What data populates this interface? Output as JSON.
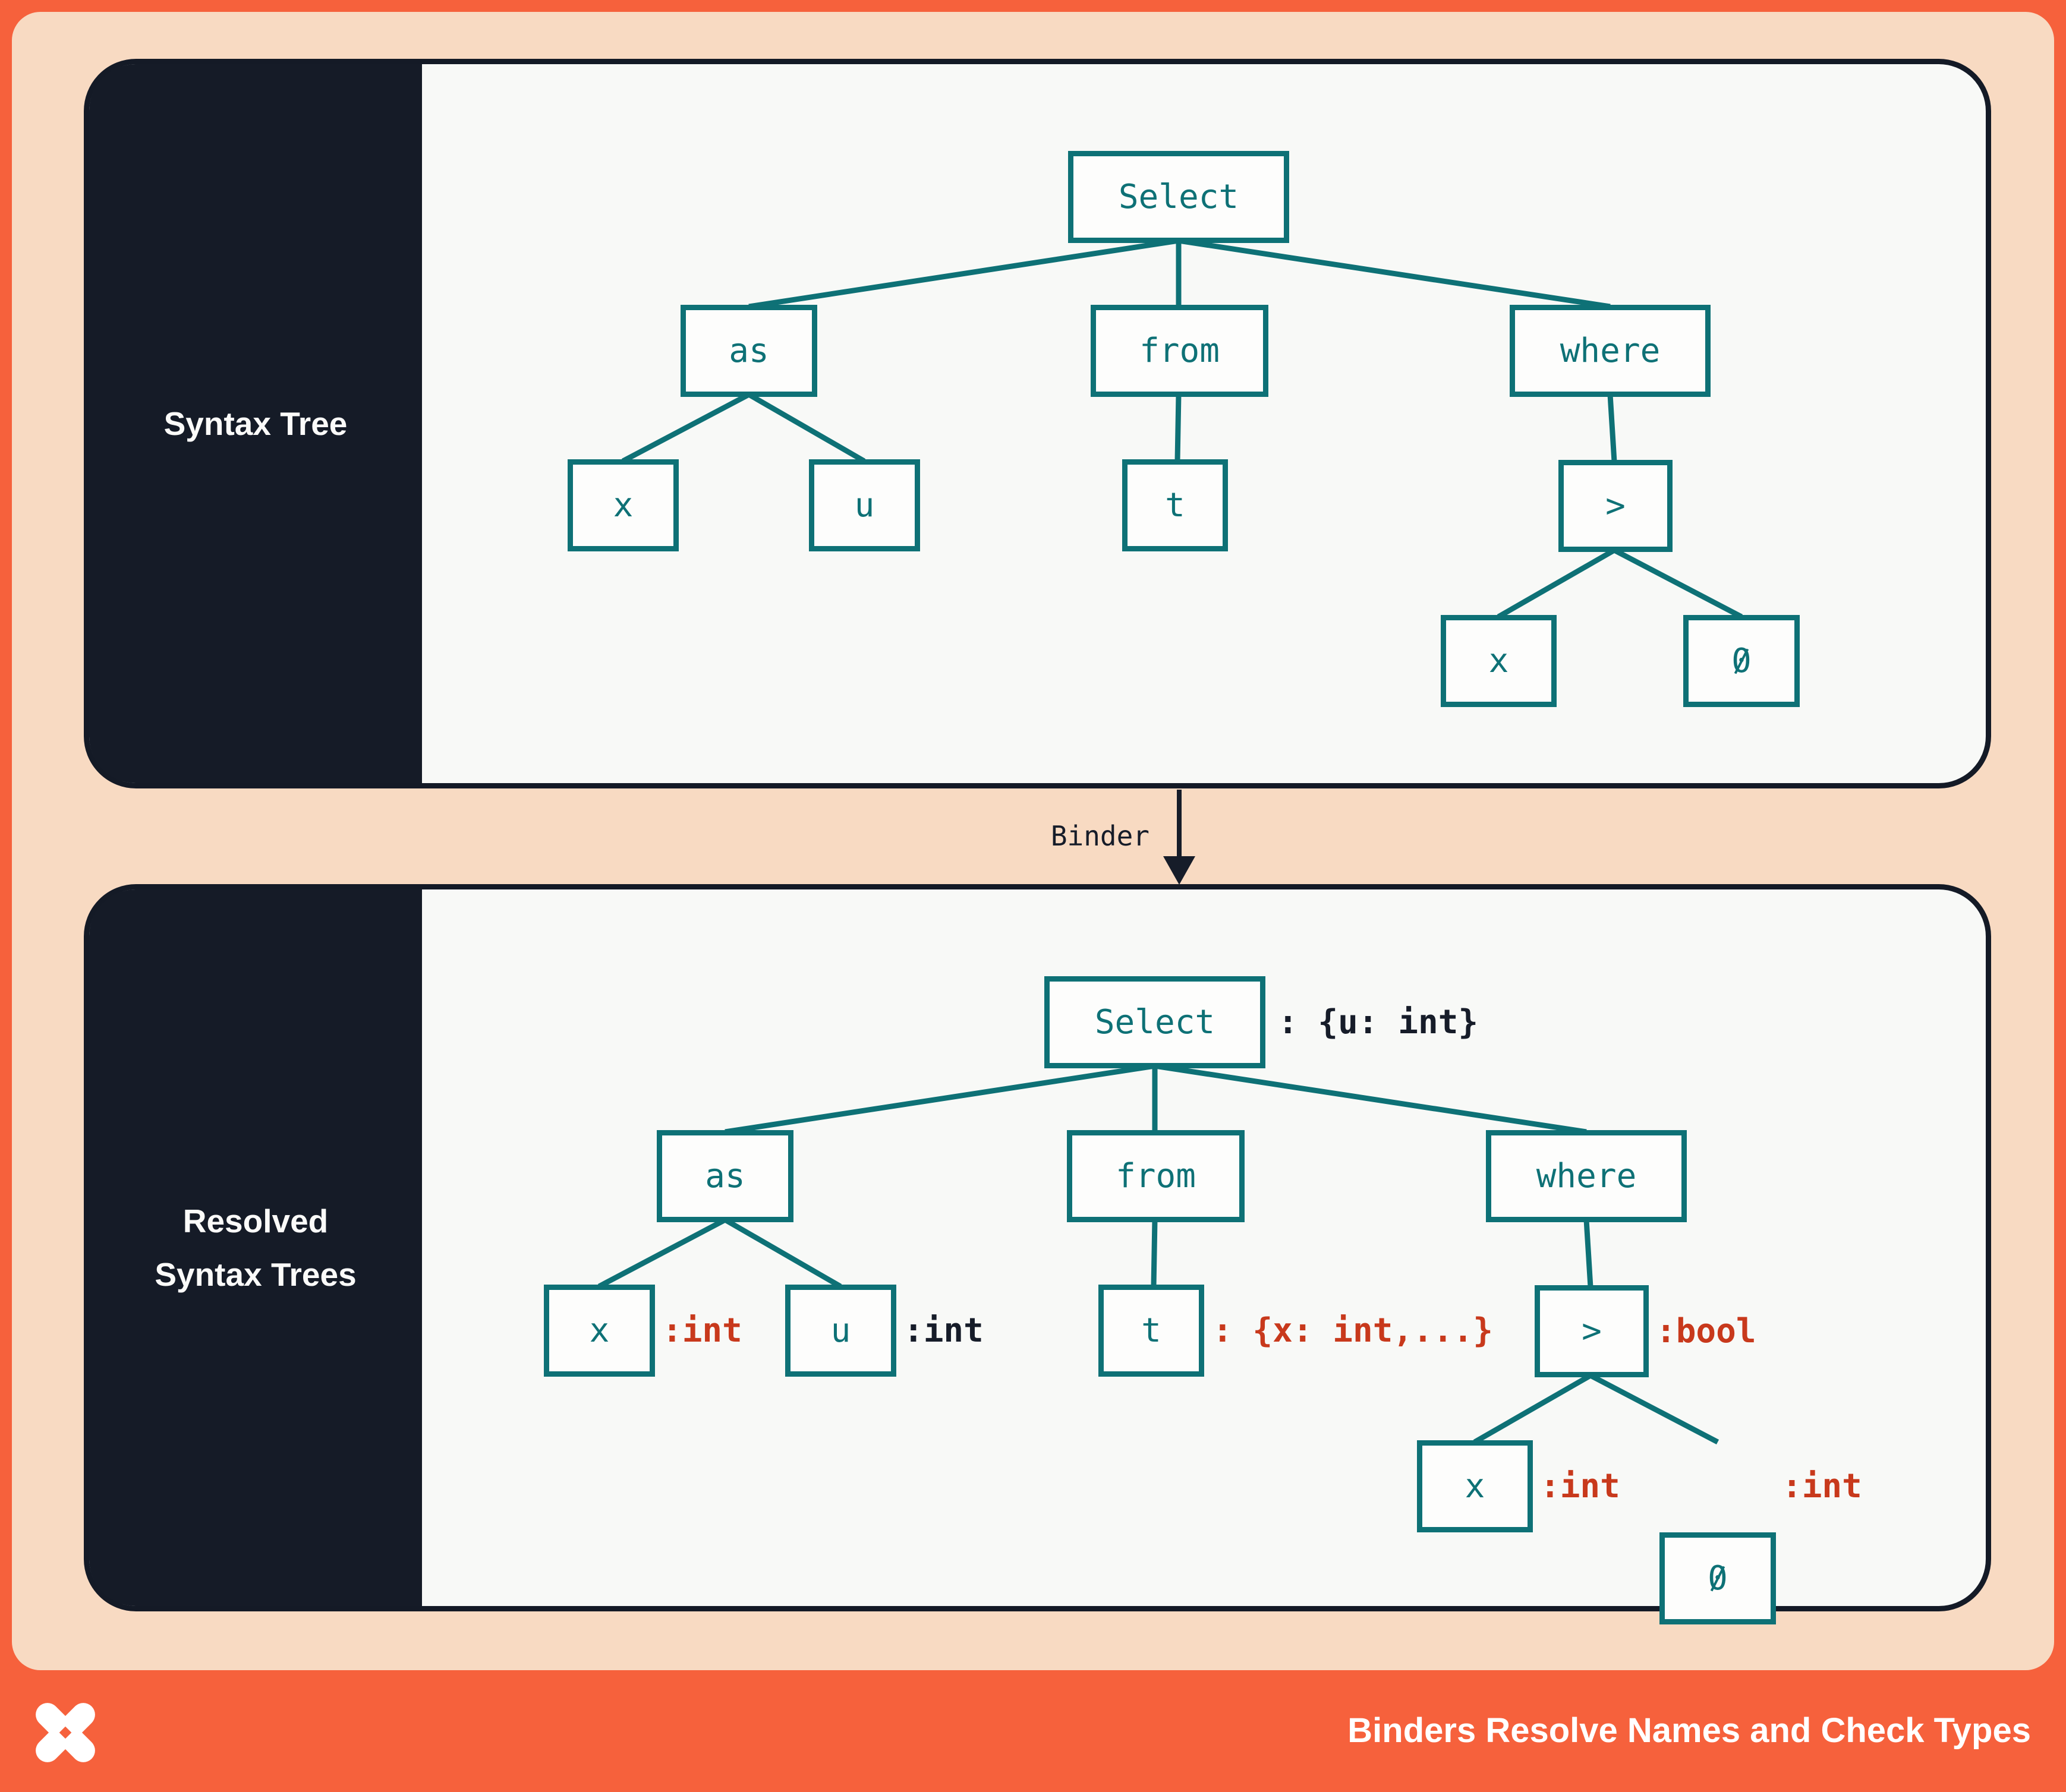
{
  "colors": {
    "frame_orange": "#F6613C",
    "peach": "#F8DAC2",
    "navy": "#151B27",
    "panel_bg": "#F8F9F7",
    "teal": "#0E7176",
    "annotation_red": "#C8391C",
    "annotation_dark": "#161C29",
    "white": "#FFFFFF"
  },
  "syntax_panel": {
    "label": "Syntax Tree",
    "nodes": {
      "select": "Select",
      "as": "as",
      "from": "from",
      "where": "where",
      "x": "x",
      "u": "u",
      "t": "t",
      "gt": ">",
      "x2": "x",
      "zero": "0"
    }
  },
  "binder": {
    "label": "Binder"
  },
  "resolved_panel": {
    "label_line1": "Resolved",
    "label_line2": "Syntax Trees",
    "nodes": {
      "select": "Select",
      "as": "as",
      "from": "from",
      "where": "where",
      "x": "x",
      "u": "u",
      "t": "t",
      "gt": ">",
      "x2": "x",
      "zero": "0"
    },
    "annotations": {
      "select": {
        "text": ": {u: int}",
        "color": "dark"
      },
      "x": {
        "text": ":int",
        "color": "red"
      },
      "u": {
        "text": ":int",
        "color": "dark"
      },
      "t": {
        "text": ": {x: int,...}",
        "color": "red"
      },
      "gt": {
        "text": ":bool",
        "color": "red"
      },
      "x2": {
        "text": ":int",
        "color": "red"
      },
      "zero": {
        "text": ":int",
        "color": "red"
      }
    }
  },
  "footer": {
    "title": "Binders Resolve Names and Check Types",
    "logo": "pinwheel-x-logo"
  }
}
